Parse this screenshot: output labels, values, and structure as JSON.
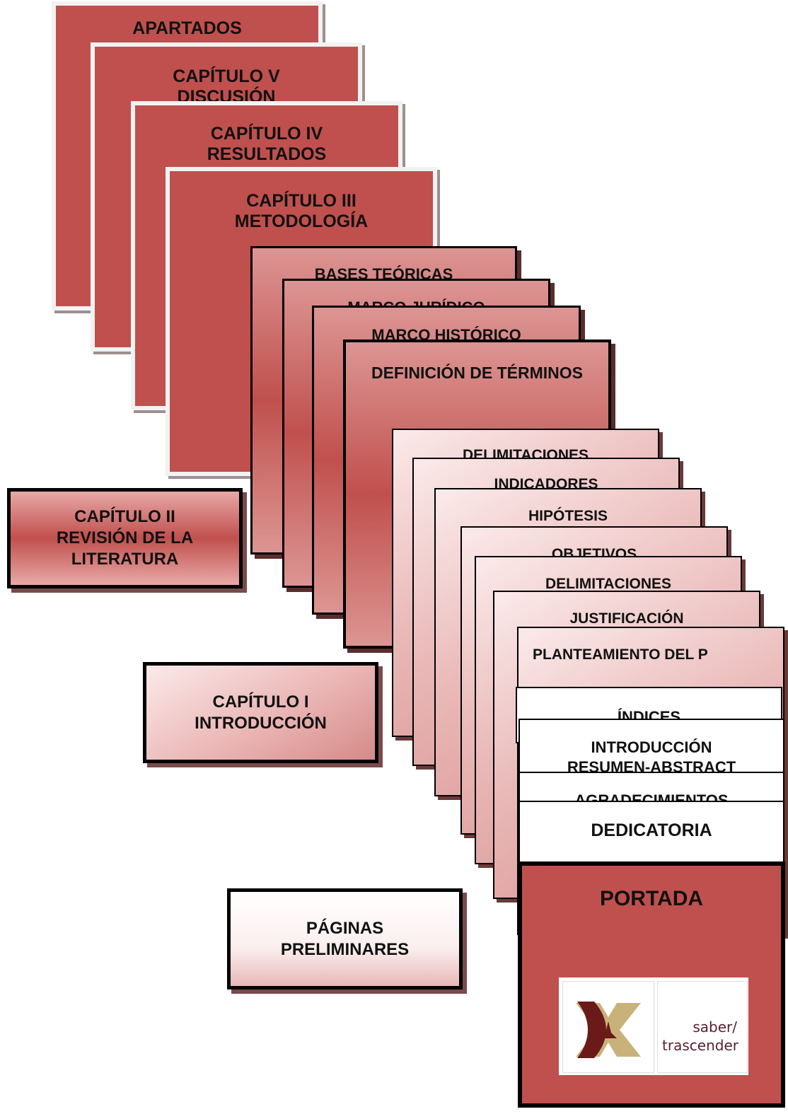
{
  "stacks": {
    "apartados": {
      "apartados": "APARTADOS",
      "cap5": [
        "CAPÍTULO V",
        "DISCUSIÓN"
      ],
      "cap4": [
        "CAPÍTULO IV",
        "RESULTADOS"
      ],
      "cap3": [
        "CAPÍTULO III",
        "METODOLOGÍA"
      ]
    },
    "revision": {
      "bases": "BASES TEÓRICAS",
      "juridico": "MARCO JURÍDICO",
      "historico": "MARCO HISTÓRICO",
      "definicion": "DEFINICIÓN DE TÉRMINOS"
    },
    "introduccion": {
      "delimitaciones_a": "DELIMITACIONES",
      "indicadores": "INDICADORES",
      "hipotesis": "HIPÓTESIS",
      "objetivos": "OBJETIVOS",
      "delimitaciones_b": "DELIMITACIONES",
      "justificacion": "JUSTIFICACIÓN",
      "planteamiento": "PLANTEAMIENTO DEL P"
    },
    "preliminares": {
      "indices": "ÍNDICES",
      "introduccion": "INTRODUCCIÓN",
      "resumen": "RESUMEN-ABSTRACT",
      "agradecimientos": "AGRADECIMIENTOS",
      "dedicatoria": "DEDICATORIA",
      "portada": "PORTADA"
    }
  },
  "labels": {
    "cap2": "CAPÍTULO II\nREVISIÓN DE LA\nLITERATURA",
    "cap1": "CAPÍTULO I\nINTRODUCCIÓN",
    "preliminares": "PÁGINAS\nPRELIMINARES"
  },
  "logo": {
    "line1": "saber/",
    "line2": "trascender"
  },
  "colors": {
    "solid_red": "#c0504d",
    "light_red": "#dc9593",
    "pale": "#fbeaea",
    "border": "#000000"
  }
}
